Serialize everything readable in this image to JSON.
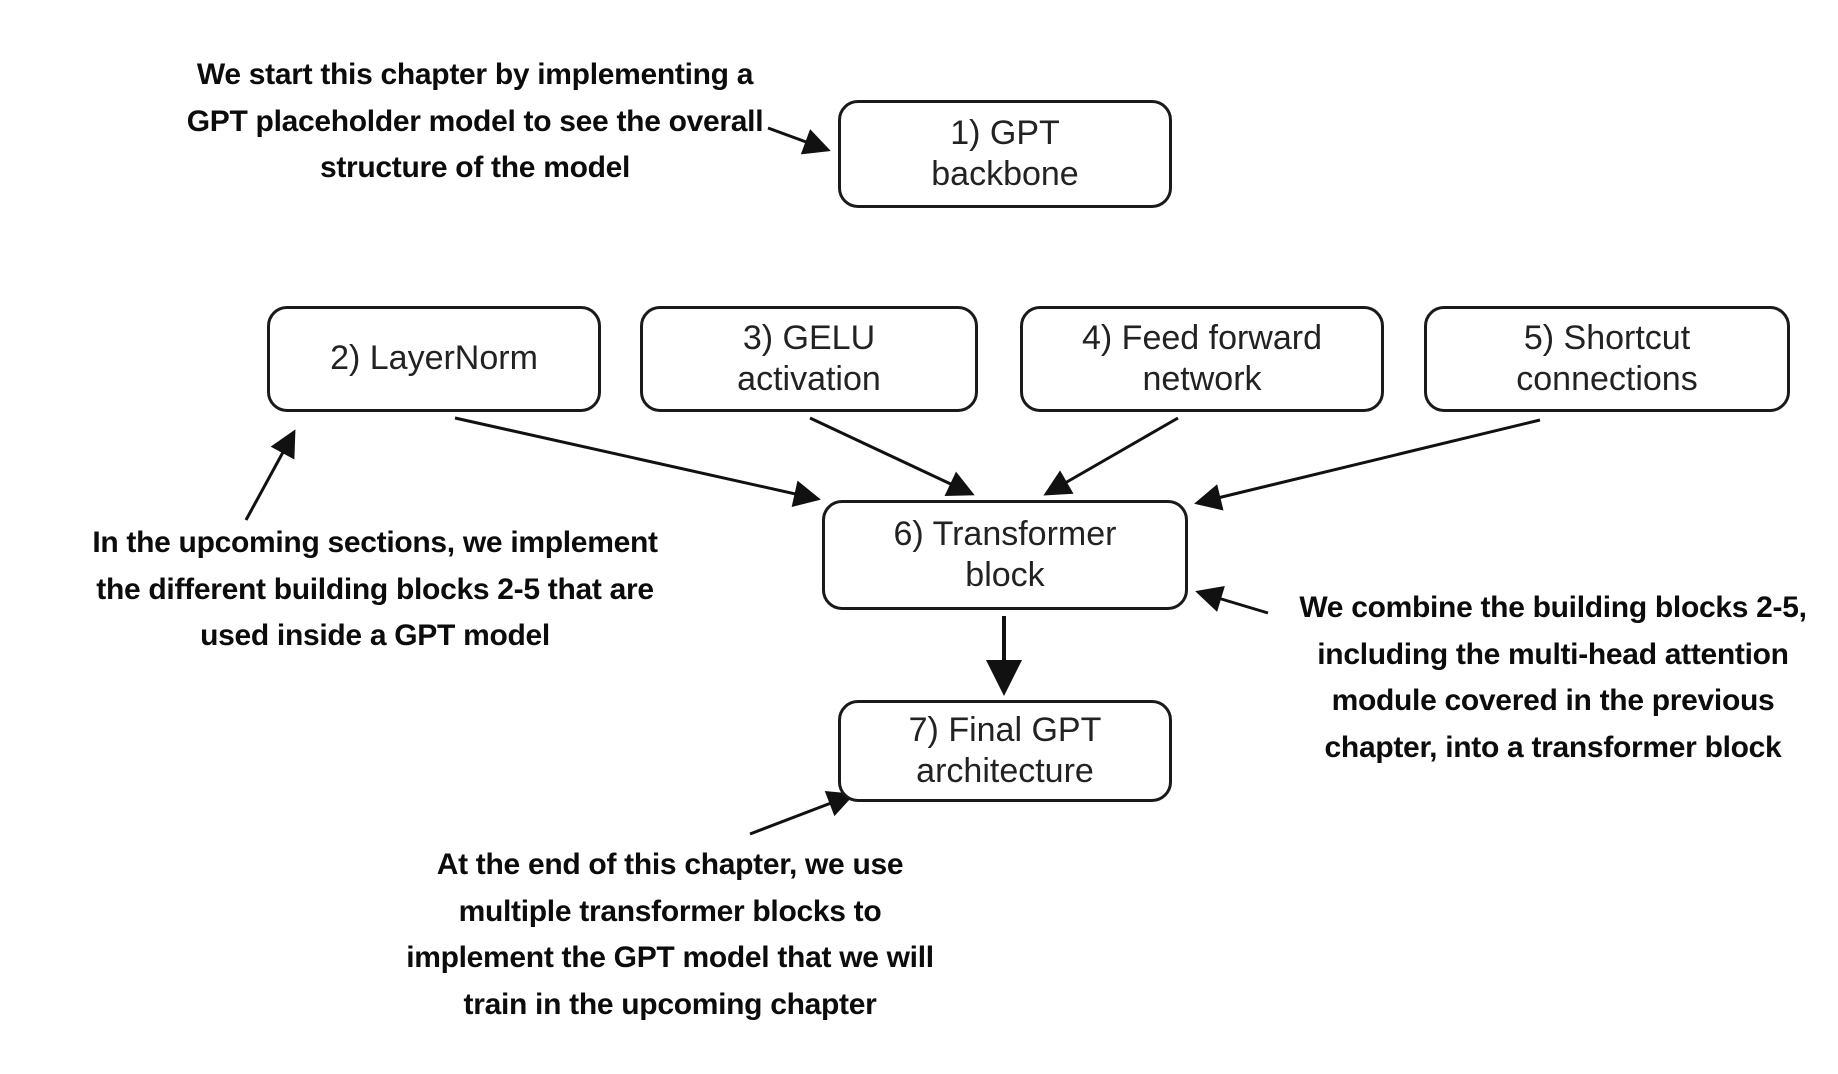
{
  "diagram": {
    "boxes": {
      "gpt_backbone": "1) GPT\nbackbone",
      "layernorm": "2) LayerNorm",
      "gelu": "3) GELU\nactivation",
      "feed_forward": "4) Feed forward\nnetwork",
      "shortcut": "5) Shortcut\nconnections",
      "transformer": "6) Transformer\nblock",
      "final_gpt": "7) Final GPT\narchitecture"
    },
    "annotations": {
      "top_left": "We start this chapter by implementing a\nGPT placeholder model to see the overall\nstructure of the model",
      "left": "In the upcoming sections, we implement\nthe different building blocks 2-5 that are\nused inside a GPT model",
      "right": "We combine the building blocks 2-5,\nincluding the multi-head attention\nmodule covered in the previous\nchapter, into a transformer block",
      "bottom": "At the end of this chapter, we use\nmultiple transformer blocks to\nimplement the GPT model that we will\ntrain in the upcoming chapter"
    },
    "colors": {
      "stroke": "#111111",
      "box_border": "#1a1a1a",
      "background": "#ffffff"
    }
  }
}
